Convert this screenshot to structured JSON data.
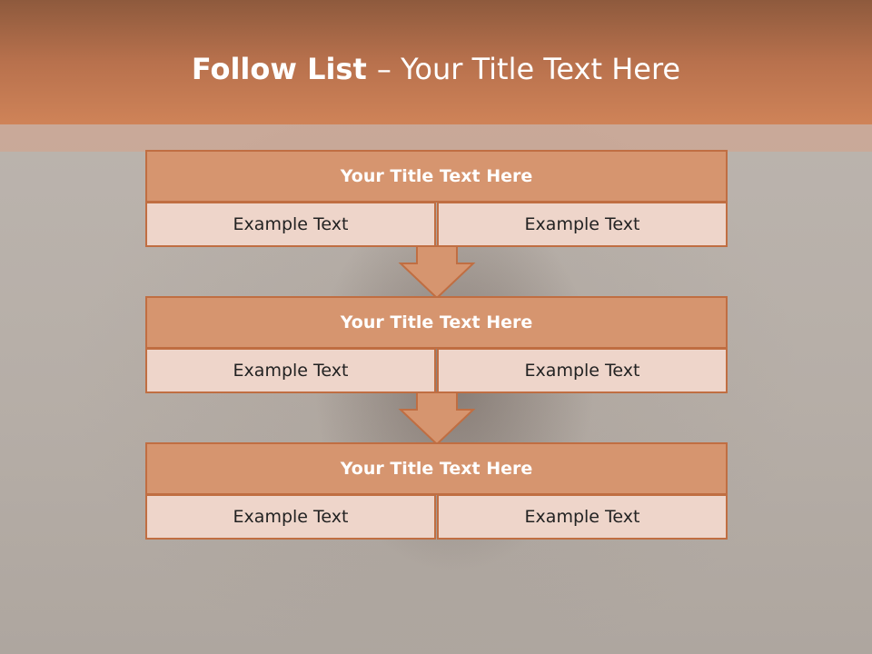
{
  "slide": {
    "title_bold": "Follow List ",
    "title_rest": " – Your Title Text Here"
  },
  "steps": [
    {
      "title": "Your Title Text Here",
      "left": "Example Text",
      "right": "Example Text"
    },
    {
      "title": "Your Title Text Here",
      "left": "Example Text",
      "right": "Example Text"
    },
    {
      "title": "Your Title Text Here",
      "left": "Example Text",
      "right": "Example Text"
    }
  ],
  "colors": {
    "header": "#c97a51",
    "box_title": "#d6956f",
    "box_cell": "#eed5ca",
    "border": "#c06e42"
  }
}
